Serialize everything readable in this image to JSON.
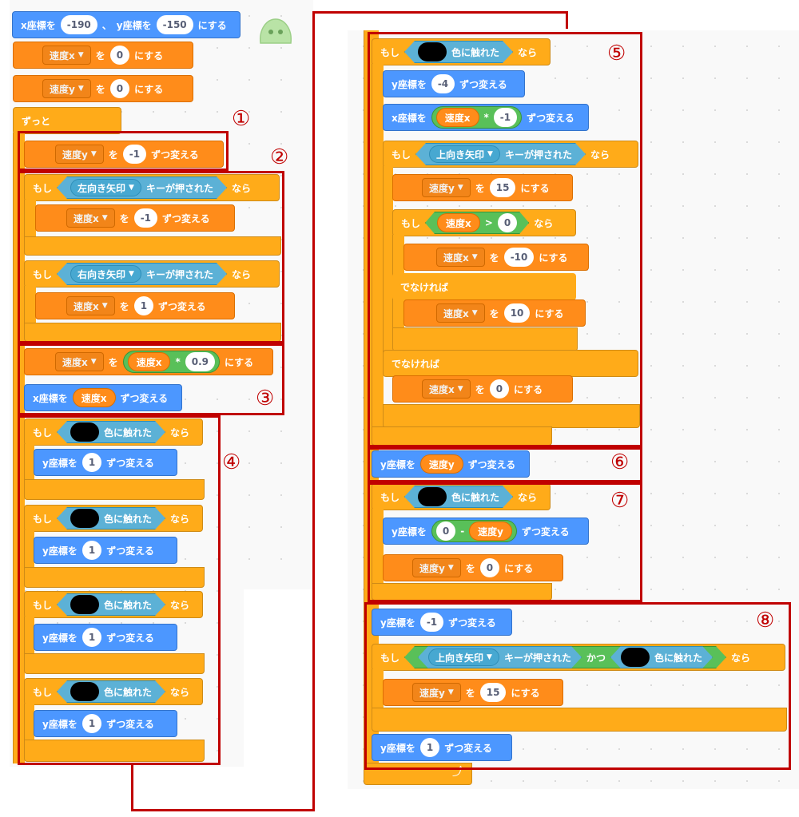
{
  "labels": {
    "x_pos": "x座標を",
    "sep": "、",
    "y_pos": "y座標を",
    "goto_end": "にする",
    "set_suffix": "にする",
    "change_suffix": "ずつ変える",
    "to": "を",
    "y_change": "y座標を",
    "x_change": "x座標を",
    "forever": "ずっと",
    "if": "もし",
    "then": "なら",
    "else": "でなければ",
    "key_pressed": "キーが押された",
    "color_touch": "色に触れた",
    "and": "かつ",
    "times": "*",
    "minus": "-",
    "gt": ">"
  },
  "vars": {
    "vx": "速度x",
    "vy": "速度y"
  },
  "keys": {
    "left": "左向き矢印",
    "right": "右向き矢印",
    "up": "上向き矢印"
  },
  "values": {
    "start_x": "-190",
    "start_y": "-150",
    "zero": "0",
    "neg1": "-1",
    "one": "1",
    "friction": "0.9",
    "neg4": "-4",
    "fifteen": "15",
    "neg10": "-10",
    "ten": "10"
  },
  "sections": [
    "①",
    "②",
    "③",
    "④",
    "⑤",
    "⑥",
    "⑦",
    "⑧"
  ],
  "colors": {
    "motion": "#4c97ff",
    "variables": "#ff8c1a",
    "control": "#ffab19",
    "operators": "#59c059",
    "sensing": "#5cb1d6",
    "annotation": "#c00000"
  },
  "icons": {
    "dropdown": "caret-down-icon",
    "sprite": "slime-sprite-icon",
    "loop": "loop-arrow-icon"
  }
}
